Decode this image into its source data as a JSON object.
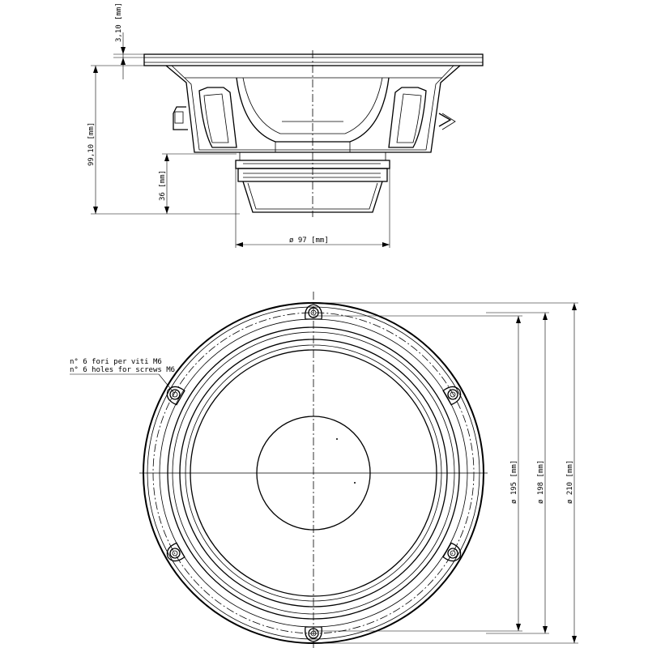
{
  "side_view": {
    "dim_flange_thickness": "3,10  [mm]",
    "dim_total_depth": "99,10  [mm]",
    "dim_magnet_height": "36  [mm]",
    "dim_magnet_diameter": "ø 97  [mm]"
  },
  "front_view": {
    "note_holes_it": "n° 6 fori per viti M6",
    "note_holes_en": "n° 6 holes for screws M6",
    "dim_cutout_diameter": "ø 195  [mm]",
    "dim_bolt_circle_diameter": "ø 198  [mm]",
    "dim_outer_diameter": "ø 210  [mm]"
  }
}
